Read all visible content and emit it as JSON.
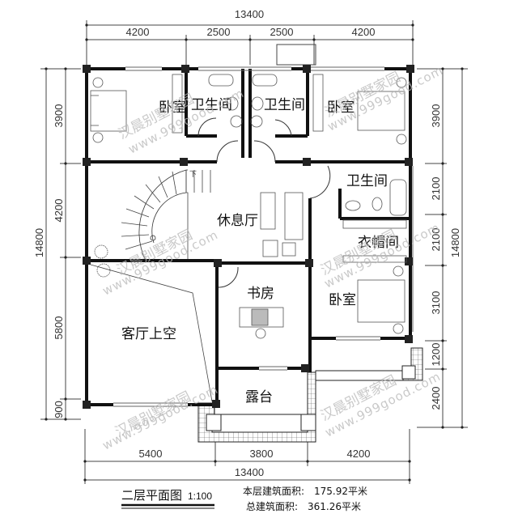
{
  "title": "二层平面图",
  "scale": "1:100",
  "area": {
    "floor_label": "本层建筑面积:",
    "floor_value": "175.92平米",
    "total_label": "总建筑面积:",
    "total_value": "361.26平米"
  },
  "dimensions": {
    "top_total": "13400",
    "top": [
      "4200",
      "2500",
      "2500",
      "4200"
    ],
    "bottom_total": "13400",
    "bottom": [
      "5400",
      "3800",
      "4200"
    ],
    "left_total": "14800",
    "left": [
      "3900",
      "4200",
      "5800",
      "900"
    ],
    "right_total": "14800",
    "right": [
      "3900",
      "2100",
      "2100",
      "3100",
      "1200",
      "2400"
    ]
  },
  "rooms": {
    "bedroom_nw": "卧室",
    "bath_1": "卫生间",
    "bath_2": "卫生间",
    "bedroom_ne": "卧室",
    "lounge": "休息厅",
    "bath_3": "卫生间",
    "wardrobe": "衣帽间",
    "study": "书房",
    "bedroom_se": "卧室",
    "living_void": "客厅上空",
    "terrace": "露台"
  },
  "stair_mark": "下",
  "watermark": {
    "cn": "汉晨别墅家园",
    "url": "www.999good.com"
  }
}
